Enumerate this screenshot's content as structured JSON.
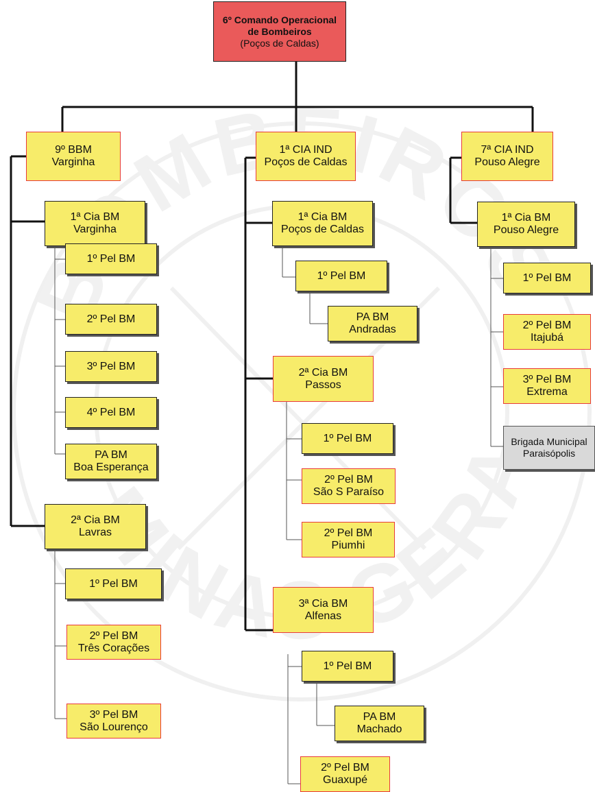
{
  "root": {
    "line1": "6º Comando Operacional",
    "line2": "de Bombeiros",
    "line3": "(Poços de Caldas)"
  },
  "branches": {
    "bbm9": {
      "line1": "9º BBM",
      "line2": "Varginha"
    },
    "cia1_ind": {
      "line1": "1ª CIA IND",
      "line2": "Poços de Caldas"
    },
    "cia7_ind": {
      "line1": "7ª CIA IND",
      "line2": "Pouso Alegre"
    }
  },
  "bbm9_units": {
    "cia1": {
      "line1": "1ª Cia BM",
      "line2": "Varginha"
    },
    "cia1_pel1": "1º Pel BM",
    "cia1_pel2": "2º Pel BM",
    "cia1_pel3": "3º Pel BM",
    "cia1_pel4": "4º Pel BM",
    "cia1_pa": {
      "line1": "PA BM",
      "line2": "Boa Esperança"
    },
    "cia2": {
      "line1": "2ª Cia BM",
      "line2": "Lavras"
    },
    "cia2_pel1": "1º Pel BM",
    "cia2_pel2": {
      "line1": "2º Pel BM",
      "line2": "Três Corações"
    },
    "cia2_pel3": {
      "line1": "3º Pel BM",
      "line2": "São Lourenço"
    }
  },
  "cia1ind_units": {
    "cia1": {
      "line1": "1ª Cia BM",
      "line2": "Poços de Caldas"
    },
    "cia1_pel1": "1º Pel BM",
    "cia1_pa": {
      "line1": "PA BM",
      "line2": "Andradas"
    },
    "cia2": {
      "line1": "2ª Cia BM",
      "line2": "Passos"
    },
    "cia2_pel1": "1º Pel BM",
    "cia2_pel2": {
      "line1": "2º Pel BM",
      "line2": "São S Paraíso"
    },
    "cia2_pel2b": {
      "line1": "2º Pel BM",
      "line2": "Piumhi"
    },
    "cia3": {
      "line1": "3ª Cia BM",
      "line2": "Alfenas"
    },
    "cia3_pel1": "1º Pel BM",
    "cia3_pa": {
      "line1": "PA BM",
      "line2": "Machado"
    },
    "cia3_pel2": {
      "line1": "2º Pel BM",
      "line2": "Guaxupé"
    }
  },
  "cia7ind_units": {
    "cia1": {
      "line1": "1ª Cia BM",
      "line2": "Pouso Alegre"
    },
    "pel1": "1º Pel BM",
    "pel2": {
      "line1": "2º Pel BM",
      "line2": "Itajubá"
    },
    "pel3": {
      "line1": "3º Pel BM",
      "line2": "Extrema"
    },
    "brigada": {
      "line1": "Brigada Municipal",
      "line2": "Paraisópolis"
    }
  },
  "watermark": {
    "arc_text_top": "BOMBEIROS",
    "arc_text_bottom": "MINAS GERAIS"
  },
  "colors": {
    "node_fill": "#f7ec6a",
    "root_fill": "#ea5a5a",
    "gray_fill": "#d9d9d9",
    "red_border": "#e83a3a",
    "line": "#111111"
  }
}
